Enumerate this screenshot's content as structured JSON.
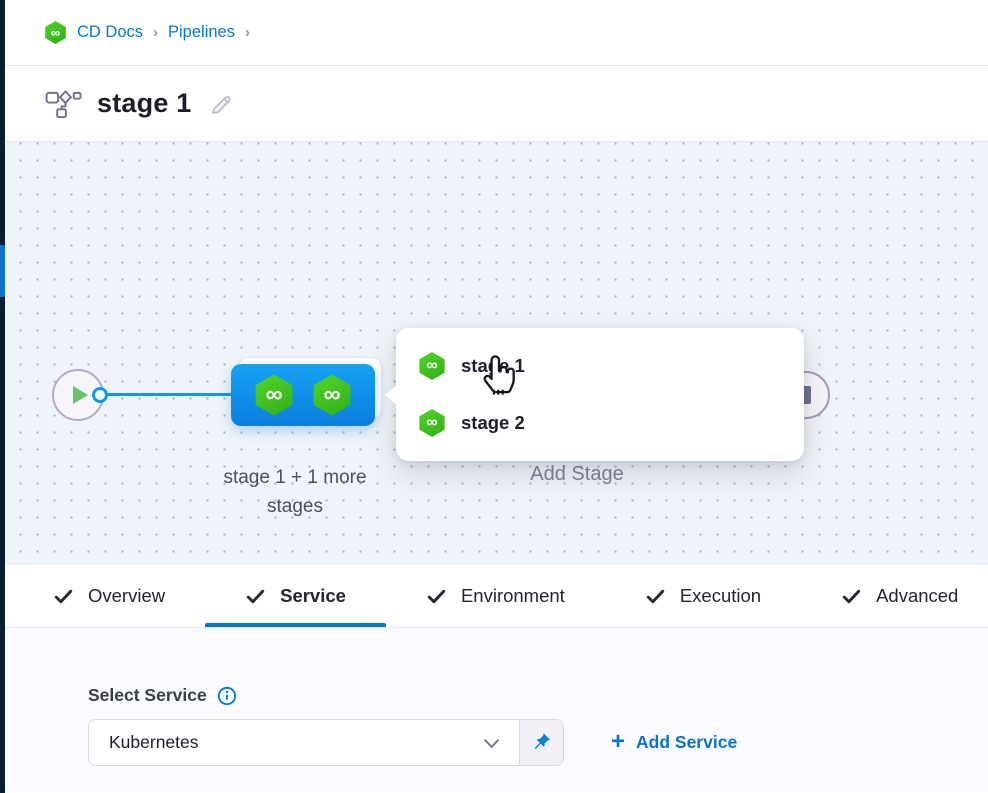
{
  "breadcrumb": {
    "items": [
      {
        "label": "CD Docs"
      },
      {
        "label": "Pipelines"
      }
    ]
  },
  "header": {
    "title": "stage 1"
  },
  "canvas": {
    "stage_group_label": {
      "line1": "stage 1 + 1 more",
      "line2": "stages"
    },
    "add_stage_label": "Add Stage",
    "stage_menu": {
      "items": [
        {
          "label": "stage 1"
        },
        {
          "label": "stage 2"
        }
      ]
    }
  },
  "tabs": {
    "items": [
      {
        "label": "Overview",
        "selected": false
      },
      {
        "label": "Service",
        "selected": true
      },
      {
        "label": "Environment",
        "selected": false
      },
      {
        "label": "Execution",
        "selected": false
      },
      {
        "label": "Advanced",
        "selected": false
      }
    ]
  },
  "service_panel": {
    "select_label": "Select Service",
    "service_value": "Kubernetes",
    "add_service": {
      "plus": "+",
      "label": "Add Service"
    }
  },
  "icons": {
    "infinity": "∞"
  },
  "colors": {
    "accent_blue": "#0278d5",
    "harness_green": "#42c322",
    "node_blue": "#0e8ee8",
    "connector_blue": "#0b9ce8",
    "canvas_bg": "#eef4f9",
    "sidebar_dark": "#0b1d33",
    "tab_underline": "#0b76d0"
  }
}
